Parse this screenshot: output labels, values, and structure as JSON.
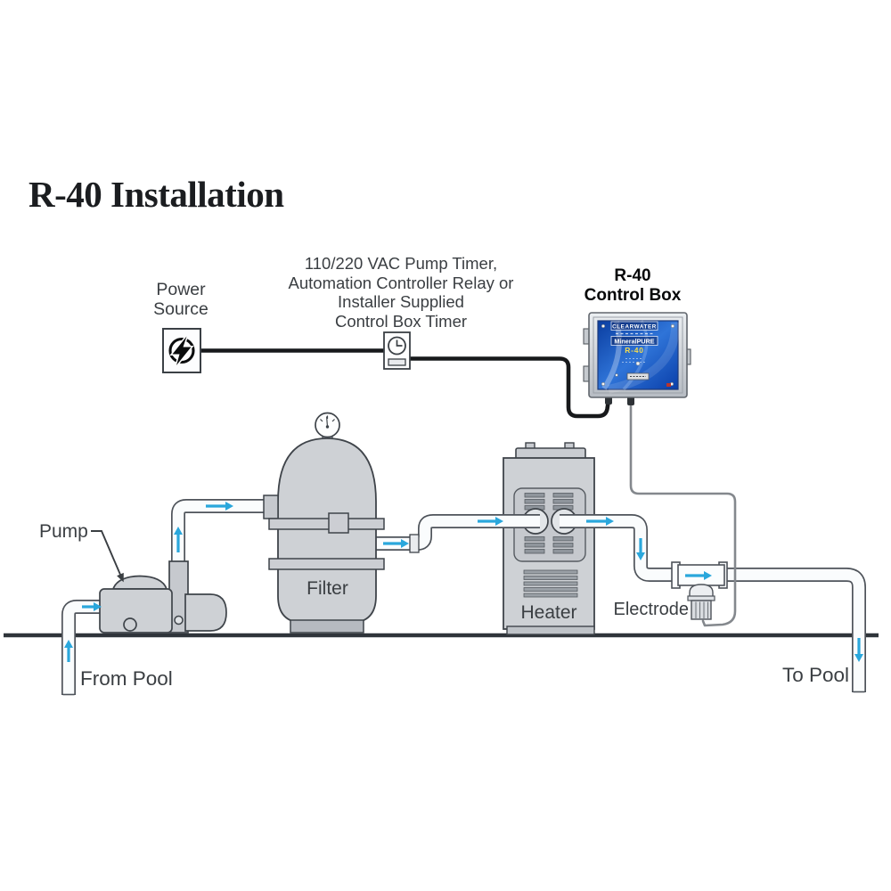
{
  "title": "R-40 Installation",
  "power_source": {
    "line1": "Power",
    "line2": "Source"
  },
  "timer_note": {
    "lines": [
      "110/220 VAC Pump Timer,",
      "Automation Controller Relay or",
      "Installer Supplied",
      "Control Box Timer"
    ]
  },
  "control_box": {
    "label_line1": "R-40",
    "label_line2": "Control Box",
    "panel_brand": "CLEARWATER",
    "panel_product": "MineralPURE",
    "panel_model": "R-40"
  },
  "equipment": {
    "pump": "Pump",
    "filter": "Filter",
    "heater": "Heater",
    "electrode": "Electrode"
  },
  "flow": {
    "from_pool": "From Pool",
    "to_pool": "To Pool"
  },
  "icons": {
    "power_icon": "lightning-bolt",
    "timer_icon": "clock",
    "gauge_icon": "pressure-gauge"
  },
  "colors": {
    "flow_arrow": "#2aa7dc",
    "equipment_gray": "#ced1d5",
    "pipe_outline": "#4e535a",
    "pipe_fill": "#fafcfd",
    "ground": "#2f343a",
    "power_wire": "#17191b",
    "signal_wire": "#84888d",
    "control_panel_blue": "#1553b4",
    "panel_model_text": "#f4db4e"
  }
}
